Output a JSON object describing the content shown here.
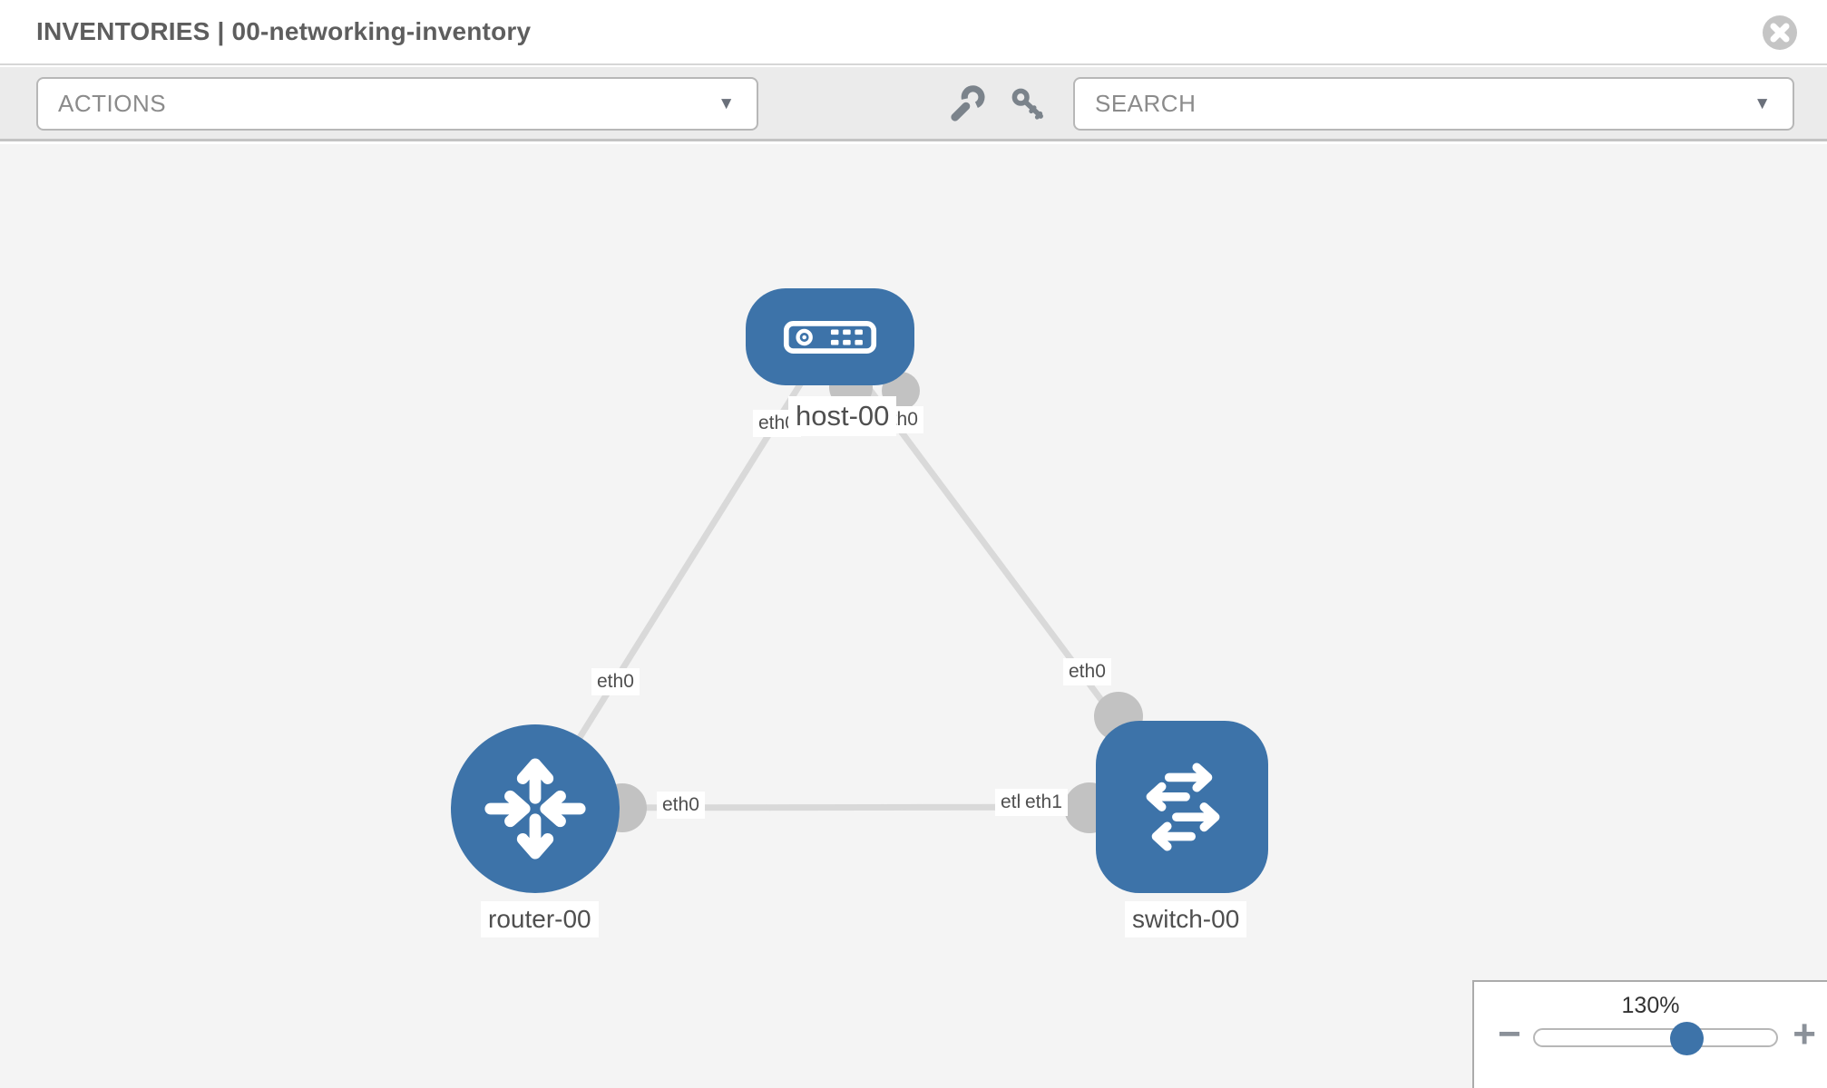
{
  "header": {
    "title": "INVENTORIES | 00-networking-inventory"
  },
  "toolbar": {
    "actions_label": "ACTIONS",
    "search_label": "SEARCH",
    "caret": "▼",
    "icons": {
      "wrench": "wrench-icon",
      "key": "key-icon"
    }
  },
  "topology": {
    "nodes": [
      {
        "id": "host-00",
        "label": "host-00",
        "type": "host",
        "shape": "rounded-rect"
      },
      {
        "id": "router-00",
        "label": "router-00",
        "type": "router",
        "shape": "circle"
      },
      {
        "id": "switch-00",
        "label": "switch-00",
        "type": "switch",
        "shape": "rounded-square"
      }
    ],
    "links": [
      {
        "from": "host-00",
        "to": "router-00"
      },
      {
        "from": "host-00",
        "to": "switch-00"
      },
      {
        "from": "router-00",
        "to": "switch-00"
      }
    ],
    "iface_labels": [
      {
        "text": "eth0",
        "near": "host-00-left"
      },
      {
        "text": "eth0",
        "near": "host-00-right"
      },
      {
        "text": "eth0",
        "near": "link-host-router"
      },
      {
        "text": "eth0",
        "near": "router-00-right"
      },
      {
        "text": "eth0",
        "near": "switch-00-top"
      },
      {
        "text": "eth0",
        "near": "switch-00-left-under"
      },
      {
        "text": "eth1",
        "near": "switch-00-left-over"
      }
    ]
  },
  "zoom_control": {
    "value": "130%",
    "minus": "−",
    "plus": "+",
    "percent": 65
  },
  "colors": {
    "node_blue": "#3d73a9",
    "canvas_bg": "#f4f4f4",
    "toolbar_bg": "#ebebeb",
    "link_gray": "#d9d9d9",
    "dot_gray": "#c2c2c2",
    "border_gray": "#b7b7b7",
    "title_text": "#5e5e5e",
    "placeholder_text": "#8b8b8b"
  }
}
